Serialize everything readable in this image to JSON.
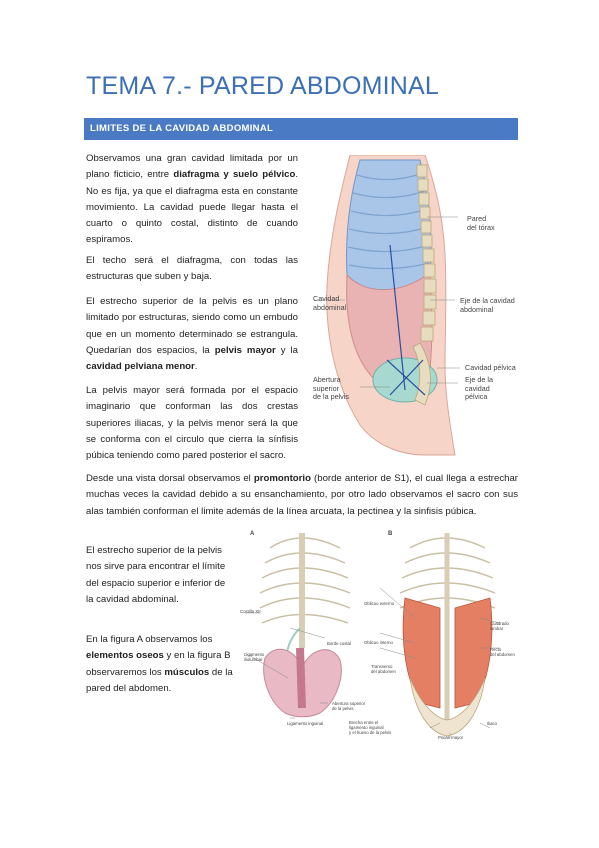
{
  "title": "TEMA 7.- PARED ABDOMINAL",
  "section_band": "LIMITES DE LA CAVIDAD ABDOMINAL",
  "p1": {
    "t1": "Observamos una gran cavidad limitada por un plano ficticio, entre ",
    "b1": "diafragma y suelo pélvico",
    "t2": ". No es fija, ya que el diafragma esta en constante movimiento. La cavidad puede llegar hasta el cuarto o quinto costal, distinto de cuando espiramos."
  },
  "p2": "El techo será el diafragma, con todas las estructuras que suben y baja.",
  "p3": {
    "t1": "El estrecho superior de la pelvis es un plano limitado por estructuras, siendo como un embudo que en un momento determinado se estrangula. Quedarían dos espacios, la ",
    "b1": "pelvis mayor",
    "t2": " y la ",
    "b2": "cavidad pelviana menor",
    "t3": "."
  },
  "p4": "La pelvis mayor será formada por el espacio imaginario que conforman las dos crestas superiores iliacas, y la pelvis menor será la que se conforma con el circulo que cierra la sínfisis púbica teniendo como pared posterior el sacro.",
  "p5": {
    "t1": "Desde una vista dorsal observamos el ",
    "b1": "promontorio",
    "t2": " (borde anterior de S1), el cual llega a estrechar muchas veces la cavidad debido a su ensanchamiento, por otro lado observamos el sacro con sus alas también conforman el limite además de la línea arcuata, la pectinea y la sinfisis púbica."
  },
  "p6": "El estrecho superior de la pelvis nos sirve para encontrar el límite del espacio superior e inferior de la cavidad abdominal.",
  "p7": {
    "t1": "En la figura A observamos los ",
    "b1": "elementos oseos",
    "t2": " y en la figura B observaremos los ",
    "b2": "músculos",
    "t3": " de la pared del abdomen."
  },
  "figure1": {
    "labels": {
      "pared": "Pared\ndel tórax",
      "cavidad": "Cavidad\nabdominal",
      "eje_abd": "Eje de la cavidad\nabdominal",
      "cav_pelvica": "Cavidad pélvica",
      "abertura": "Abertura\nsuperior\nde la pelvis",
      "eje_pelv": "Eje de la\ncavidad\npélvica"
    }
  },
  "figure2": {
    "panel_a": "A",
    "panel_b": "B",
    "labels_a": {
      "costilla": "Costilla XII",
      "borde": "Borde costal",
      "lig_lumbar": "Ligamento\niliolumbar",
      "abertura": "Abertura superior\nde la pelvis",
      "lig_inguinal": "Ligamento inguinal"
    },
    "labels_b": {
      "obl_ext": "Oblicuo externo",
      "obl_int": "Oblicuo interno",
      "transverso": "Transverso\ndel abdomen",
      "cuadrado": "Cuadrado\nlumbar",
      "recto": "Recto\ndel abdomen",
      "brecha": "Brecha entre el\nligamento inguinal\ny el hueso de la pelvis",
      "psoas": "Psoas mayor",
      "iliaco": "Iliaco"
    }
  },
  "colors": {
    "title": "#3b6fb6",
    "band": "#4a7ac4"
  }
}
